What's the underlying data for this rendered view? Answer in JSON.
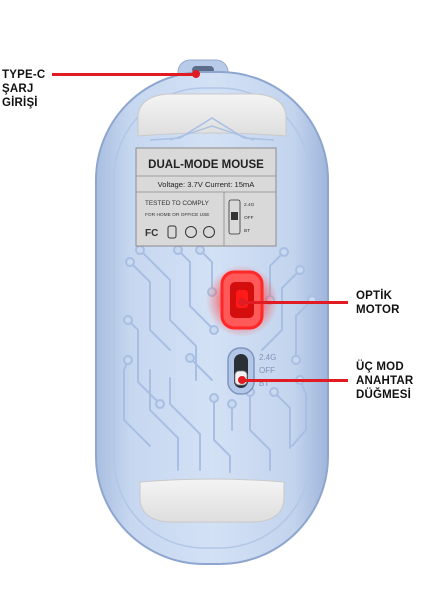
{
  "callouts": {
    "typec": {
      "lines": [
        "TYPE-C",
        "ŞARJ",
        "GİRİŞİ"
      ]
    },
    "optic": {
      "lines": [
        "OPTİK",
        "MOTOR"
      ]
    },
    "switch": {
      "lines": [
        "ÜÇ MOD",
        "ANAHTAR",
        "DÜĞMESİ"
      ]
    }
  },
  "label_sticker": {
    "title": "DUAL-MODE MOUSE",
    "spec": "Voltage: 3.7V  Current: 15mA",
    "tested": "TESTED TO COMPLY",
    "usage": "FOR HOME OR OFFICE USE",
    "fc": "FC",
    "modes": [
      "2.4G",
      "OFF",
      "BT"
    ]
  },
  "mode_switch_labels": [
    "2.4G",
    "OFF",
    "BT"
  ],
  "colors": {
    "accent": "#e01b22",
    "mouse_body": "#c9d9f0",
    "pad": "#eeeeee",
    "sensor_glow": "#ff2020"
  }
}
